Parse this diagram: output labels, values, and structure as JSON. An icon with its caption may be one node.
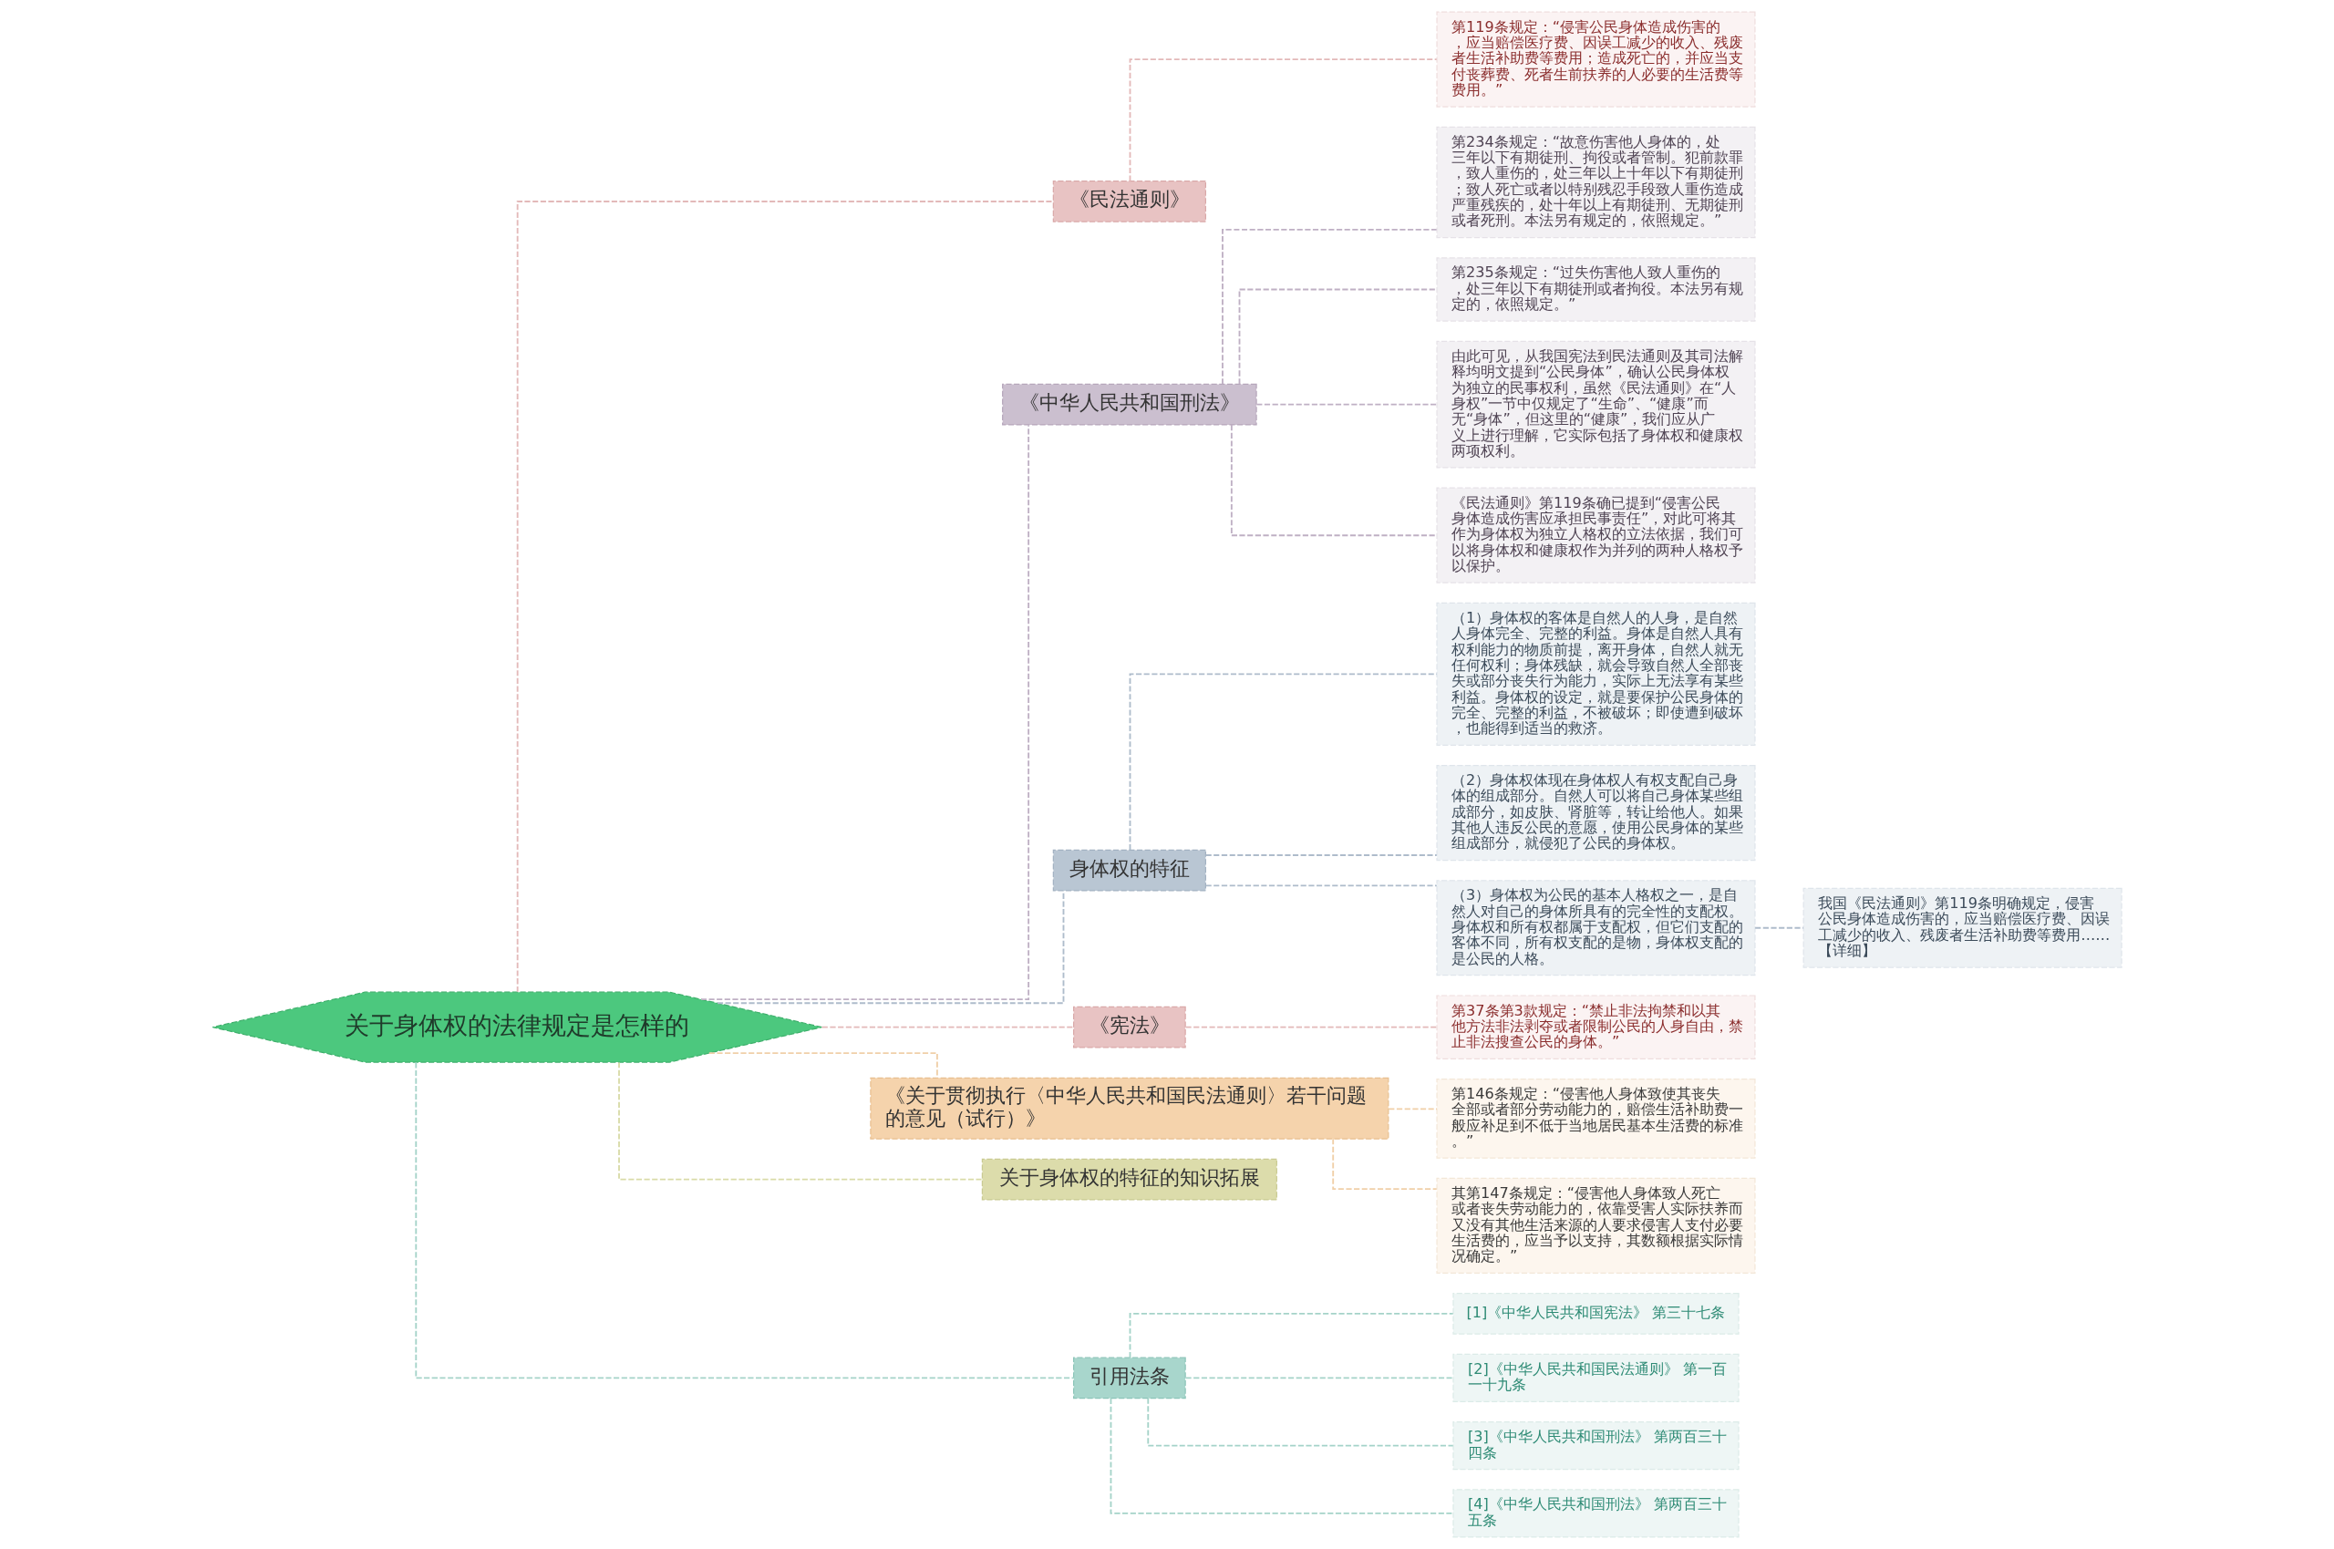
{
  "diagram": {
    "nodes": [
      {
        "text": [
          "关于身体权的法律规定是怎样的"
        ]
      },
      {
        "text": [
          "《民法通则》"
        ]
      },
      {
        "text": [
          "第119条规定：“侵害公民身体造成伤害的，应当赔偿医疗费、因误工减少的收入、残废者生活补助费等费用；造成死亡的，并应当支付丧葬费、死者生前扶养的人必要的生活费等费用。”"
        ]
      },
      {
        "text": [
          "《中华人民共和国刑法》"
        ]
      },
      {
        "text": [
          "第234条规定：“故意伤害他人身体的，处三年以下有期徒刑、拘役或者管制。犯前款罪，致人重伤的，处三年以上十年以下有期徒刑；致人死亡或者以特别残忍手段致人重伤造成严重残疾的，处十年以上有期徒刑、无期徒刑或者死刑。本法另有规定的，依照规定。”"
        ]
      },
      {
        "text": [
          "第235条规定：“过失伤害他人致人重伤的，处三年以下有期徒刑或者拘役。本法另有规定的，依照规定。”"
        ]
      },
      {
        "text": [
          "由此可见，从我国宪法到民法通则及其司法解释均明文提到“公民身体”，确认公民身体权为独立的民事权利，虽然《民法通则》在“人身权”一节中仅规定了“生命”、“健康”而无“身体”，但这里的“健康”，我们应从广义上进行理解，它实际包括了身体权和健康权两项权利。"
        ]
      },
      {
        "text": [
          "《民法通则》第119条确已提到“侵害公民身体造成伤害应承担民事责任”，对此可将其作为身体权为独立人格权的立法依据，我们可以将身体权和健康权作为并列的两种人格权予以保护。"
        ]
      },
      {
        "text": [
          "身体权的特征"
        ]
      },
      {
        "text": [
          "（1）身体权的客体是自然人的人身，是自然人身体完全、完整的利益。身体是自然人具有权利能力的物质前提，离开身体，自然人就无任何权利；身体残缺，就会导致自然人全部丧失或部分丧失行为能力，实际上无法享有某些利益。身体权的设定，就是要保护公民身体的完全、完整的利益，不被破坏；即使遭到破坏，也能得到适当的救济。"
        ]
      },
      {
        "text": [
          "（2）身体权体现在身体权人有权支配自己身体的组成部分。自然人可以将自己身体某些组成部分，如皮肤、肾脏等，转让给他人。如果其他人违反公民的意愿，使用公民身体的某些组成部分，就侵犯了公民的身体权。"
        ]
      },
      {
        "text": [
          "（3）身体权为公民的基本人格权之一，是自然人对自己的身体所具有的完全性的支配权。身体权和所有权都属于支配权，但它们支配的客体不同，所有权支配的是物，身体权支配的是公民的人格。"
        ]
      },
      {
        "text": [
          "我国《民法通则》第119条明确规定，侵害公民身体造成伤害的，应当赔偿医疗费、因误工减少的收入、残废者生活补助费等费用……【详细】"
        ]
      },
      {
        "text": [
          "《宪法》"
        ]
      },
      {
        "text": [
          "第37条第3款规定：“禁止非法拘禁和以其他方法非法剥夺或者限制公民的人身自由，禁止非法搜查公民的身体。”"
        ]
      },
      {
        "text": [
          "《关于贯彻执行〈中华人民共和国民法通则〉若干问题的意见（试行）》"
        ]
      },
      {
        "text": [
          "第146条规定：“侵害他人身体致使其丧失全部或者部分劳动能力的，赔偿生活补助费一般应补足到不低于当地居民基本生活费的标准。”"
        ]
      },
      {
        "text": [
          "其第147条规定：“侵害他人身体致人死亡或者丧失劳动能力的，依靠受害人实际扶养而又没有其他生活来源的人要求侵害人支付必要生活费的，应当予以支持，其数额根据实际情况确定。”"
        ]
      },
      {
        "text": [
          "关于身体权的特征的知识拓展"
        ]
      },
      {
        "text": [
          "引用法条"
        ]
      },
      {
        "text": [
          "[1]《中华人民共和国宪法》 第三十七条"
        ]
      },
      {
        "text": [
          "[2]《中华人民共和国民法通则》 第一百一十九条"
        ]
      },
      {
        "text": [
          "[3]《中华人民共和国刑法》 第两百三十四条"
        ]
      },
      {
        "text": [
          "[4]《中华人民共和国刑法》 第两百三十五条"
        ]
      }
    ],
    "edges": [
      {
        "from": 0,
        "to": 1,
        "arrow": "none",
        "style": "dashed",
        "color": "#e3b9b9"
      },
      {
        "from": 1,
        "to": 2,
        "arrow": "none",
        "style": "dashed",
        "color": "#e3b9b9"
      },
      {
        "from": 0,
        "to": 3,
        "arrow": "none",
        "style": "dashed",
        "color": "#bfb0c4"
      },
      {
        "from": 3,
        "to": 4,
        "arrow": "none",
        "style": "dashed",
        "color": "#bfb0c4"
      },
      {
        "from": 3,
        "to": 5,
        "arrow": "none",
        "style": "dashed",
        "color": "#bfb0c4"
      },
      {
        "from": 3,
        "to": 6,
        "arrow": "none",
        "style": "dashed",
        "color": "#bfb0c4"
      },
      {
        "from": 3,
        "to": 7,
        "arrow": "none",
        "style": "dashed",
        "color": "#bfb0c4"
      },
      {
        "from": 0,
        "to": 8,
        "arrow": "none",
        "style": "dashed",
        "color": "#aebccb"
      },
      {
        "from": 8,
        "to": 9,
        "arrow": "none",
        "style": "dashed",
        "color": "#aebccb"
      },
      {
        "from": 8,
        "to": 10,
        "arrow": "none",
        "style": "dashed",
        "color": "#aebccb"
      },
      {
        "from": 8,
        "to": 11,
        "arrow": "none",
        "style": "dashed",
        "color": "#aebccb"
      },
      {
        "from": 11,
        "to": 12,
        "arrow": "none",
        "style": "dashed",
        "color": "#aebccb"
      },
      {
        "from": 0,
        "to": 13,
        "arrow": "none",
        "style": "dashed",
        "color": "#e3b9b9"
      },
      {
        "from": 13,
        "to": 14,
        "arrow": "none",
        "style": "dashed",
        "color": "#e3b9b9"
      },
      {
        "from": 0,
        "to": 15,
        "arrow": "none",
        "style": "dashed",
        "color": "#f0cfa8"
      },
      {
        "from": 15,
        "to": 16,
        "arrow": "none",
        "style": "dashed",
        "color": "#f0cfa8"
      },
      {
        "from": 15,
        "to": 17,
        "arrow": "none",
        "style": "dashed",
        "color": "#f0cfa8"
      },
      {
        "from": 0,
        "to": 18,
        "arrow": "none",
        "style": "dashed",
        "color": "#d9dba8"
      },
      {
        "from": 0,
        "to": 19,
        "arrow": "none",
        "style": "dashed",
        "color": "#a5d3c9"
      },
      {
        "from": 19,
        "to": 20,
        "arrow": "none",
        "style": "dashed",
        "color": "#a5d3c9"
      },
      {
        "from": 19,
        "to": 21,
        "arrow": "none",
        "style": "dashed",
        "color": "#a5d3c9"
      },
      {
        "from": 19,
        "to": 22,
        "arrow": "none",
        "style": "dashed",
        "color": "#a5d3c9"
      },
      {
        "from": 19,
        "to": 23,
        "arrow": "none",
        "style": "dashed",
        "color": "#a5d3c9"
      }
    ]
  }
}
